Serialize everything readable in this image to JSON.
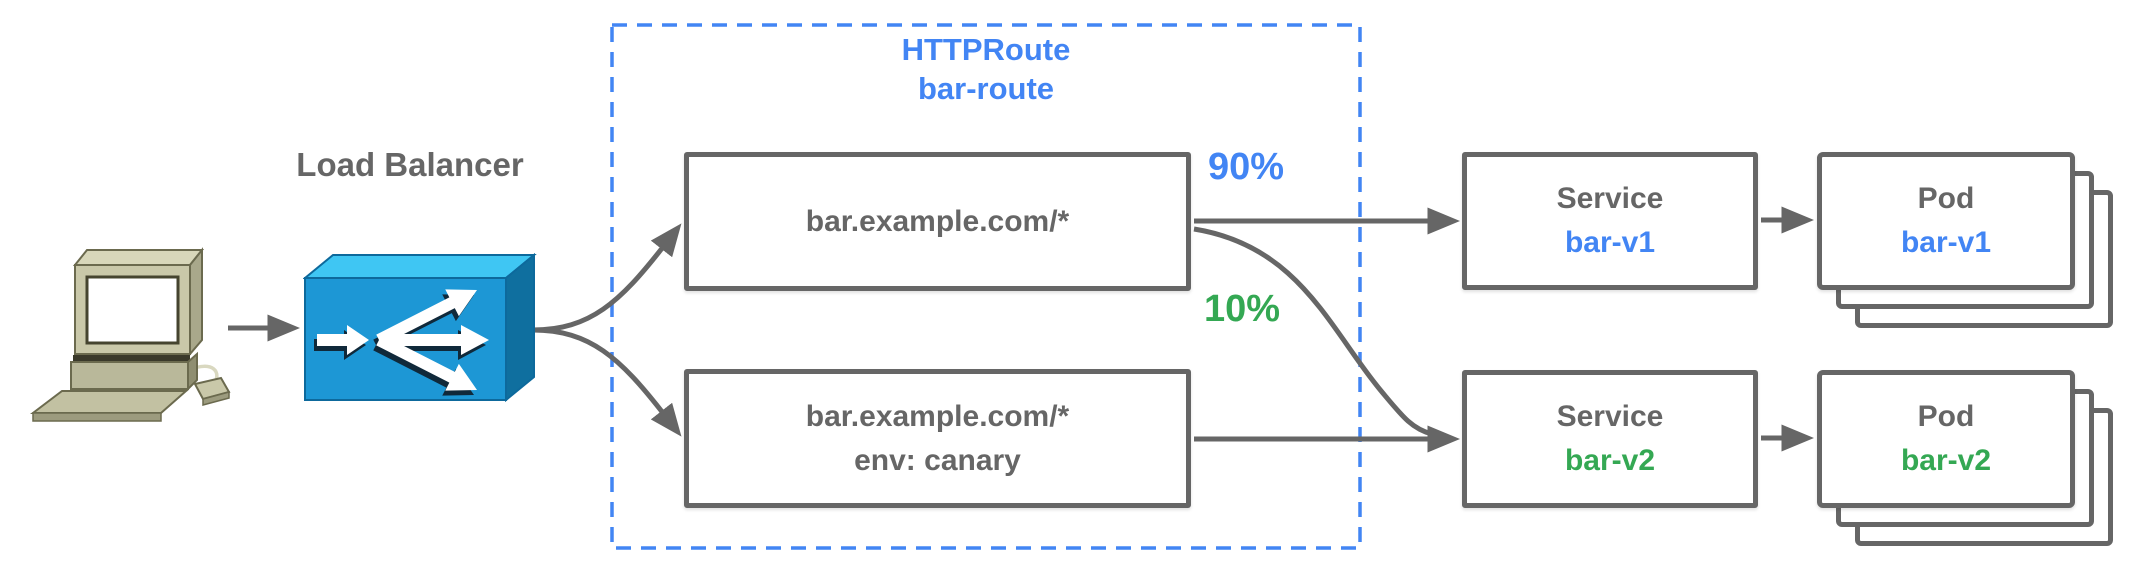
{
  "client": {
    "description": "desktop computer client"
  },
  "load_balancer": {
    "label": "Load Balancer"
  },
  "httproute": {
    "kind": "HTTPRoute",
    "name": "bar-route",
    "rules": [
      {
        "lines": [
          "bar.example.com/*"
        ]
      },
      {
        "lines": [
          "bar.example.com/*",
          "env: canary"
        ]
      }
    ]
  },
  "weights": {
    "primary": "90%",
    "canary": "10%"
  },
  "services": [
    {
      "type_label": "Service",
      "name": "bar-v1"
    },
    {
      "type_label": "Service",
      "name": "bar-v2"
    }
  ],
  "pods": [
    {
      "type_label": "Pod",
      "name": "bar-v1"
    },
    {
      "type_label": "Pod",
      "name": "bar-v2"
    }
  ],
  "colors": {
    "blue": "#4285f4",
    "green": "#34a853",
    "gray": "#666666",
    "dash_blue": "#4285f4"
  }
}
